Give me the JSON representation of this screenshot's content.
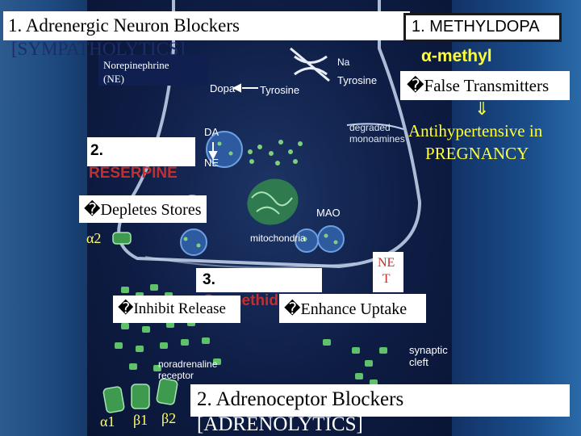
{
  "slide": {
    "title_line1": "1. Adrenergic Neuron Blockers",
    "title_line2": "[SYMPATHOLYTICS]",
    "methyldopa_label": "1. METHYLDOPA",
    "alpha_methyl": "α-methyl",
    "false_transmitters": "False Transmitters",
    "arrow_glyph": "⇓",
    "antihypertensive_line1": "Antihypertensive in",
    "antihypertensive_line2": "PREGNANCY",
    "norepinephrine_line1": "Norepinephrine",
    "norepinephrine_line2": "(NE)",
    "reserpine_num": "2.",
    "reserpine_label": "RESERPINE",
    "depletes_stores": "Depletes Stores",
    "inhibit_num": "3.",
    "inhibit_label": "Guanethidine",
    "inhibit_release": "Inhibit Release",
    "net_line1": "NE",
    "net_line2": "T",
    "enhance_uptake": "Enhance Uptake",
    "blockers_line1": "2. Adrenoceptor Blockers",
    "blockers_line2": "[ADRENOLYTICS]",
    "glyph": "�"
  },
  "diagram": {
    "na": "Na",
    "tyrosine_outer": "Tyrosine",
    "tyrosine_inner": "Tyrosine",
    "dopa": "Dopa",
    "da": "DA",
    "ne": "NE",
    "degraded_line1": "degraded",
    "degraded_line2": "monoamines",
    "mao": "MAO",
    "mitochondria": "mitochondria",
    "synaptic_cleft_line1": "synaptic",
    "synaptic_cleft_line2": "cleft",
    "receptor_line1": "noradrenaline",
    "receptor_line2": "receptor",
    "alpha2": "α2",
    "alpha1": "α1",
    "beta1": "β1",
    "beta2": "β2"
  },
  "colors": {
    "bg_dark": "#0d1b3d",
    "vesicle_green": "#3e9a4e",
    "dot_green": "#7ed07e",
    "neuron_outline": "#c8d8f0"
  }
}
